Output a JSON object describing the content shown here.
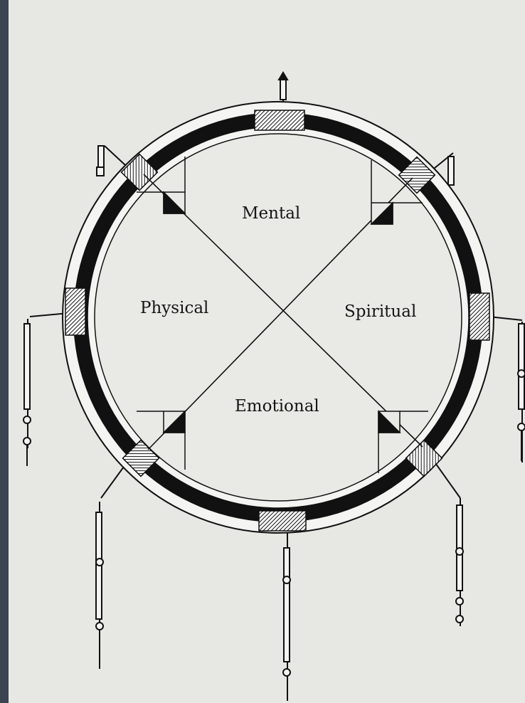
{
  "diagram": {
    "labels": {
      "top": "Mental",
      "left": "Physical",
      "right": "Spiritual",
      "bottom": "Emotional"
    },
    "colors": {
      "paper": "#e7e7e4",
      "ink": "#111111",
      "frame": "#3b4450"
    }
  }
}
